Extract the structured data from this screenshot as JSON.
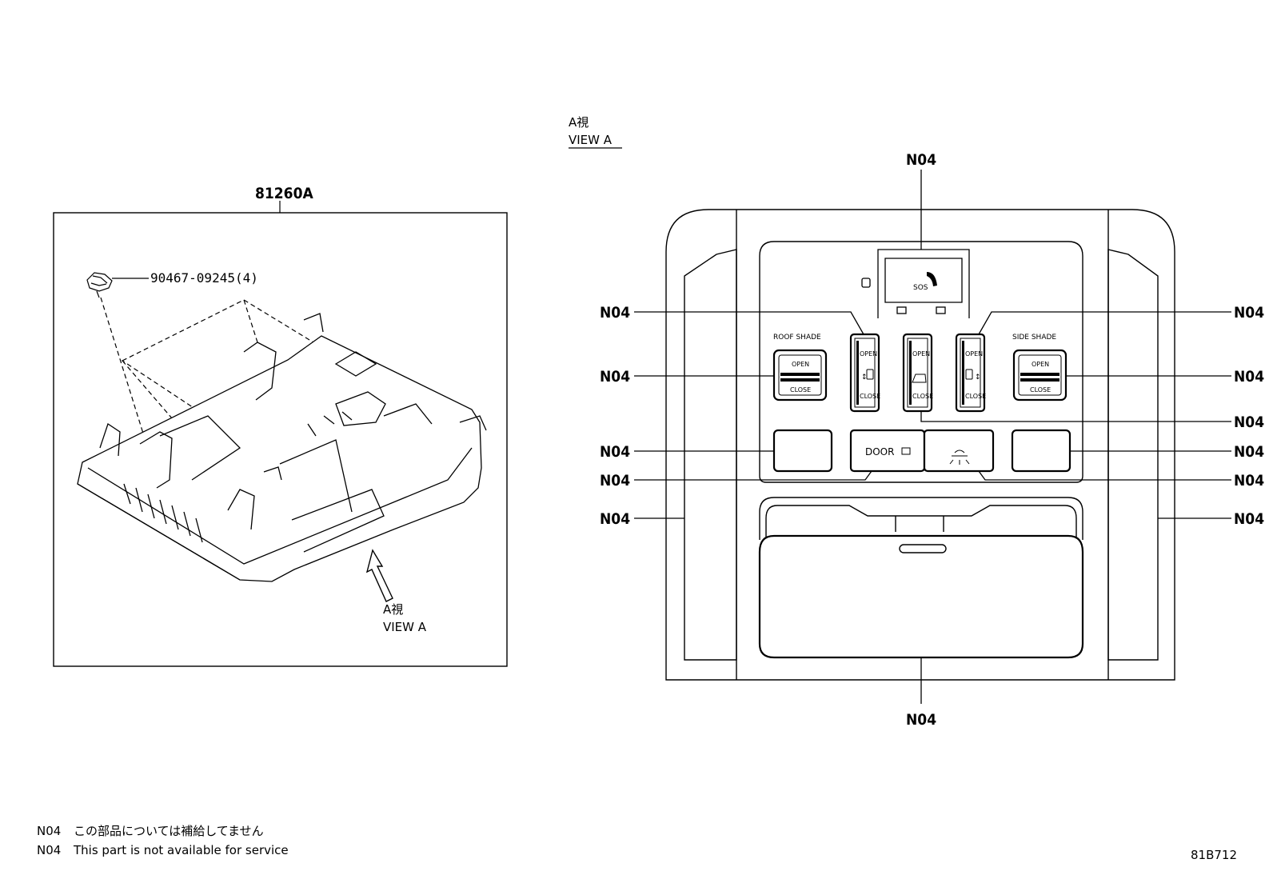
{
  "main_part": {
    "label": "81260A"
  },
  "screw_part": {
    "label": "90467-09245(4)"
  },
  "view_ref_left": {
    "jp": "A視",
    "en": "VIEW A"
  },
  "view_ref_right": {
    "jp": "A視",
    "en": "VIEW A"
  },
  "callout_code": "N04",
  "panel": {
    "roof_shade_label": "ROOF SHADE",
    "side_shade_label": "SIDE SHADE",
    "open_label": "OPEN",
    "close_label": "CLOSE",
    "sos_label": "SOS",
    "door_label": "DOOR"
  },
  "notes": [
    {
      "code": "N04",
      "text": "この部品については補給してません"
    },
    {
      "code": "N04",
      "text": "This part is not available for service"
    }
  ],
  "figure_id": "81B712"
}
